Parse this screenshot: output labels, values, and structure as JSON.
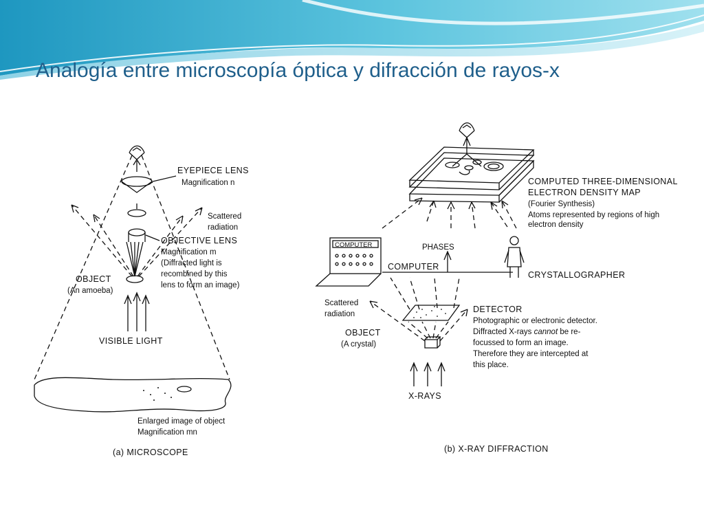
{
  "slide": {
    "title": "Analogía entre microscopía óptica y difracción de rayos-x",
    "accent_color": "#1f5f8b",
    "banner_colors": [
      "#2aa3c9",
      "#7fd3e6",
      "#c9eef6"
    ]
  },
  "microscope": {
    "eyepiece_label": "EYEPIECE LENS",
    "eyepiece_mag": "Magnification n",
    "scattered_1": "Scattered",
    "scattered_2": "radiation",
    "objective_label": "OBJECTIVE LENS",
    "objective_mag": "Magnification m",
    "objective_note_1": "(Diffracted light is",
    "objective_note_2": "recombined by this",
    "objective_note_3": "lens to form an image)",
    "object_label": "OBJECT",
    "object_sub": "(An amoeba)",
    "light_label": "VISIBLE LIGHT",
    "image_label_1": "Enlarged image of object",
    "image_label_2": "Magnification mn",
    "caption": "(a) MICROSCOPE"
  },
  "xray": {
    "map_label_1": "COMPUTED THREE-DIMENSIONAL",
    "map_label_2": "ELECTRON DENSITY MAP",
    "map_label_3": "(Fourier Synthesis)",
    "map_label_4": "Atoms represented by regions of high",
    "map_label_5": "electron density",
    "computer_screen": "COMPUTER",
    "phases_label": "PHASES",
    "computer_label": "COMPUTER",
    "crystallographer_label": "CRYSTALLOGRAPHER",
    "scattered_1": "Scattered",
    "scattered_2": "radiation",
    "detector_label": "DETECTOR",
    "detector_note_1": "Photographic or electronic detector.",
    "detector_note_2a": "Diffracted X-rays ",
    "detector_note_2b": "cannot",
    "detector_note_2c": " be re-",
    "detector_note_3": "focussed to form an image.",
    "detector_note_4": "Therefore they are intercepted at",
    "detector_note_5": "this place.",
    "object_label": "OBJECT",
    "object_sub": "(A crystal)",
    "xrays_label": "X-RAYS",
    "caption": "(b) X-RAY DIFFRACTION"
  }
}
